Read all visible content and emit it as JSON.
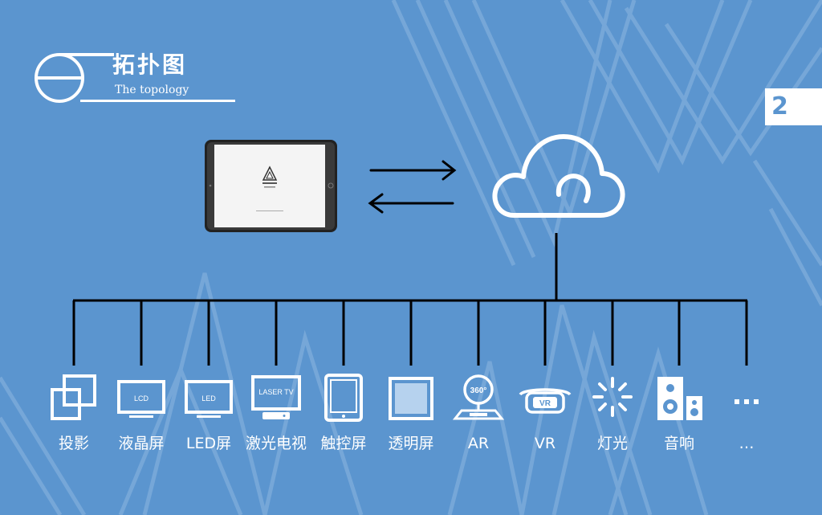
{
  "header": {
    "title_cn": "拓扑图",
    "title_en": "The topology",
    "page_number": "2"
  },
  "hub": {
    "tablet_icon": "tablet-icon",
    "cloud_icon": "cloud-icon"
  },
  "devices": [
    {
      "label": "投影",
      "icon": "projection-icon"
    },
    {
      "label": "液晶屏",
      "icon": "lcd-screen-icon",
      "screen_text": "LCD"
    },
    {
      "label": "LED屏",
      "icon": "led-screen-icon",
      "screen_text": "LED"
    },
    {
      "label": "激光电视",
      "icon": "laser-tv-icon",
      "screen_text": "LASER TV"
    },
    {
      "label": "触控屏",
      "icon": "touch-screen-icon"
    },
    {
      "label": "透明屏",
      "icon": "transparent-screen-icon"
    },
    {
      "label": "AR",
      "icon": "ar-icon",
      "screen_text": "360°"
    },
    {
      "label": "VR",
      "icon": "vr-headset-icon",
      "screen_text": "VR"
    },
    {
      "label": "灯光",
      "icon": "lighting-icon"
    },
    {
      "label": "音响",
      "icon": "speaker-icon"
    },
    {
      "label": "…",
      "icon": "more-icon"
    }
  ],
  "colors": {
    "background": "#5b95cf",
    "foreground": "#ffffff",
    "lines": "#000000"
  }
}
